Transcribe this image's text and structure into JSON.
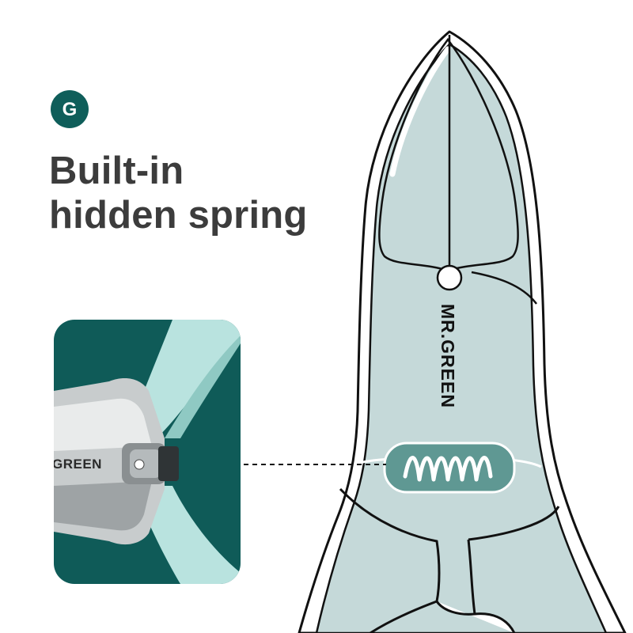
{
  "brand": {
    "logo_letter": "G",
    "engraving": "MR.GREEN",
    "inset_engraving": "GREEN"
  },
  "headline": {
    "line1": "Built-in",
    "line2": "hidden spring"
  },
  "colors": {
    "accent_dark_teal": "#0f5e5a",
    "headline_text": "#3c3c3c",
    "handle_fill": "#c5d9d9",
    "outline": "#111111",
    "spring_window": "#5f9893",
    "inset_mint": "#b9e3df"
  },
  "icons": [
    "logo-g-icon",
    "spring-coil-icon",
    "pivot-pin-icon"
  ]
}
